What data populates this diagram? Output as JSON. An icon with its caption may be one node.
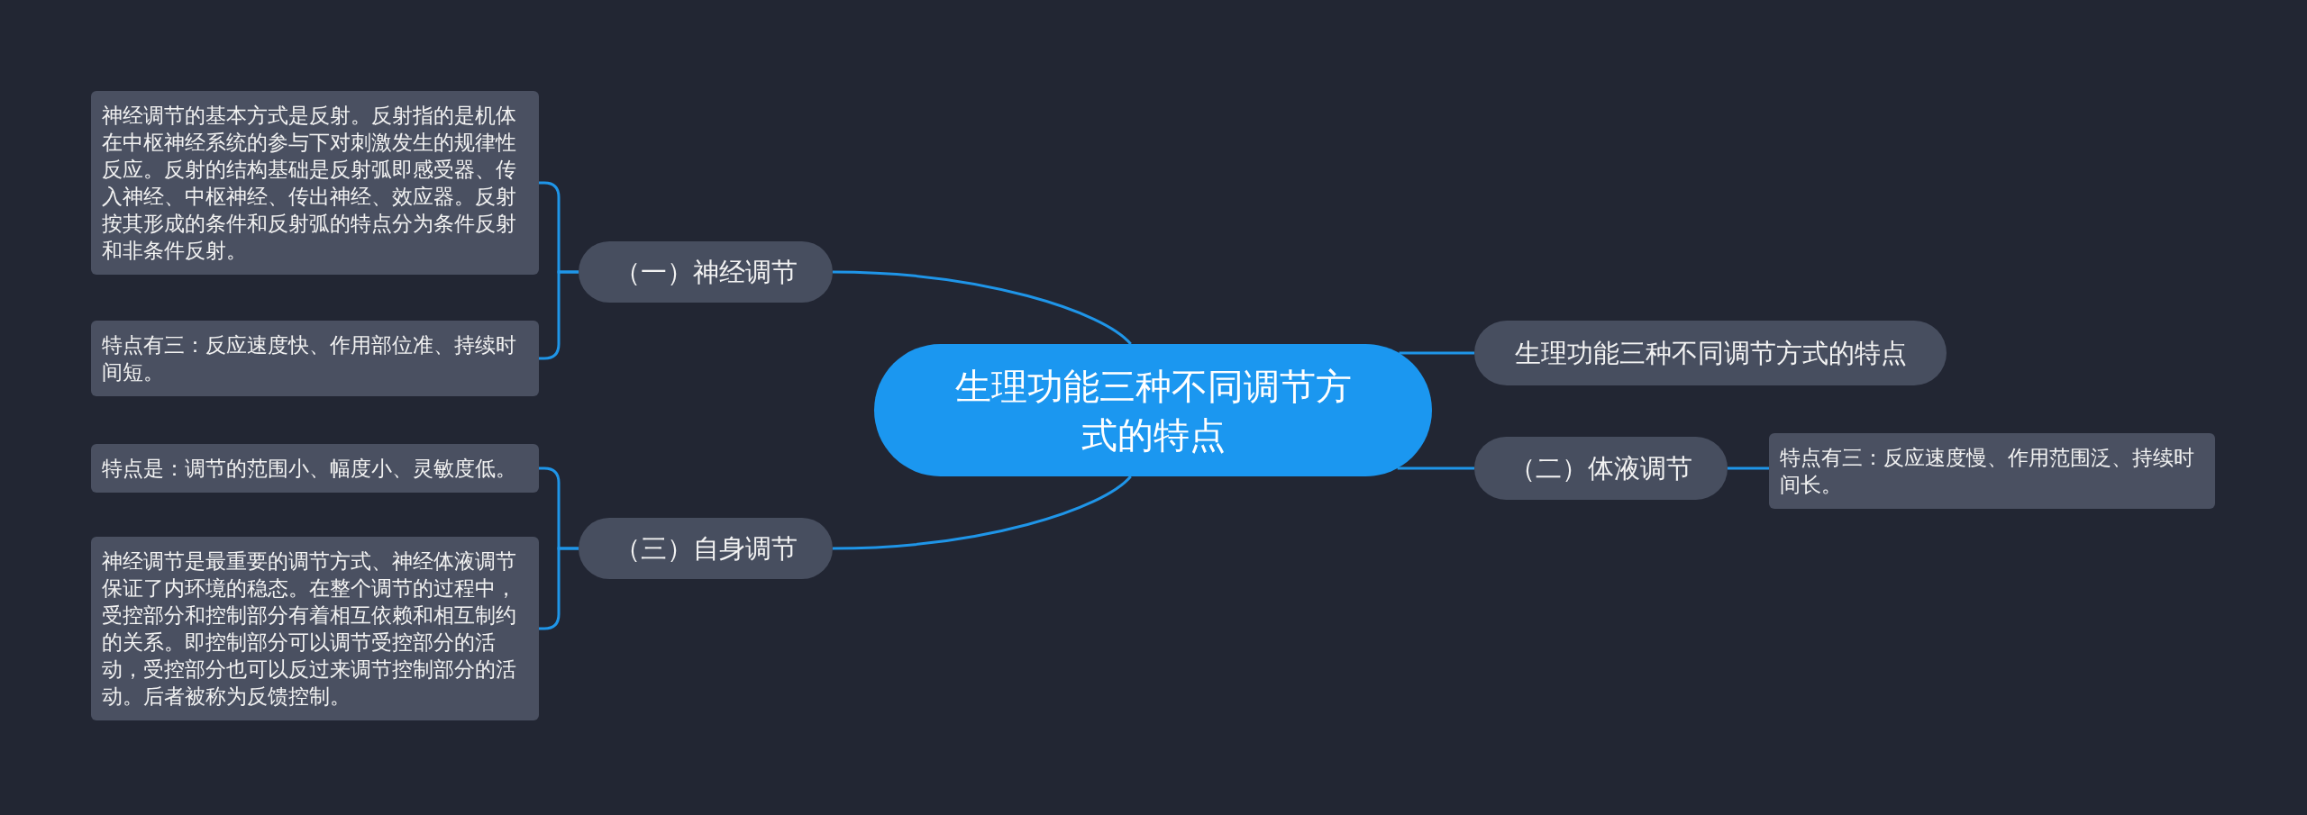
{
  "diagram": {
    "nodes": [
      {
        "text": [
          "生理功能三种不同调节方式的特点"
        ]
      },
      {
        "text": [
          "（一）神经调节"
        ]
      },
      {
        "text": [
          "神经调节的基本方式是反射。反射指的是机体在中枢神经系统的参与下对刺激发生的规律性反应。反射的结构基础是反射弧即感受器、传入神经、中枢神经、传出神经、效应器。反射按其形成的条件和反射弧的特点分为条件反射和非条件反射。"
        ]
      },
      {
        "text": [
          "特点有三：反应速度快、作用部位准、持续时间短。"
        ]
      },
      {
        "text": [
          "生理功能三种不同调节方式的特点"
        ]
      },
      {
        "text": [
          "（二）体液调节"
        ]
      },
      {
        "text": [
          "特点有三：反应速度慢、作用范围泛、持续时间长。"
        ]
      },
      {
        "text": [
          "（三）自身调节"
        ]
      },
      {
        "text": [
          "特点是：调节的范围小、幅度小、灵敏度低。"
        ]
      },
      {
        "text": [
          "神经调节是最重要的调节方式、神经体液调节保证了内环境的稳态。在整个调节的过程中，受控部分和控制部分有着相互依赖和相互制约的关系。即控制部分可以调节受控部分的活动，受控部分也可以反过来调节控制部分的活动。后者被称为反馈控制。"
        ]
      }
    ],
    "edges": [
      {
        "from": 0,
        "to": 1,
        "arrow": "none"
      },
      {
        "from": 1,
        "to": 2,
        "arrow": "none"
      },
      {
        "from": 1,
        "to": 3,
        "arrow": "none"
      },
      {
        "from": 0,
        "to": 4,
        "arrow": "none"
      },
      {
        "from": 0,
        "to": 5,
        "arrow": "none"
      },
      {
        "from": 5,
        "to": 6,
        "arrow": "none"
      },
      {
        "from": 0,
        "to": 7,
        "arrow": "none"
      },
      {
        "from": 7,
        "to": 8,
        "arrow": "none"
      },
      {
        "from": 7,
        "to": 9,
        "arrow": "none"
      }
    ]
  }
}
